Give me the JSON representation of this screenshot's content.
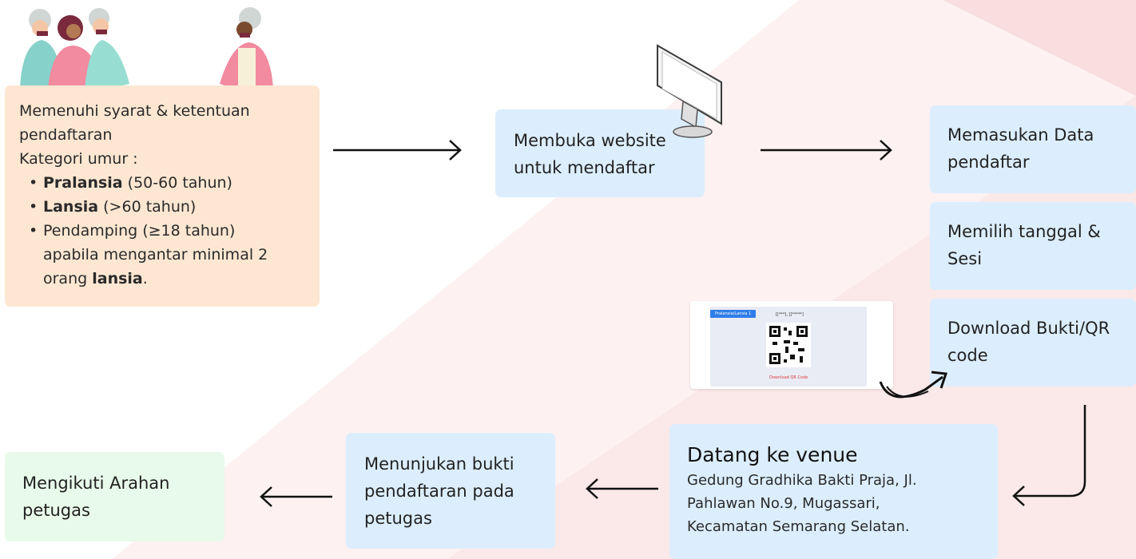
{
  "requirements": {
    "line1": "Memenuhi syarat & ketentuan",
    "line2": "pendaftaran",
    "line3": "Kategori umur :",
    "items": [
      {
        "bold": "Pralansia",
        "rest": " (50-60 tahun)"
      },
      {
        "bold": "Lansia",
        "rest": " (>60 tahun)"
      },
      {
        "text_a": "Pendamping (≥18 tahun)",
        "text_b": "apabila mengantar minimal 2",
        "text_c": "orang ",
        "bold": "lansia",
        "text_d": "."
      }
    ]
  },
  "steps": {
    "open_website": {
      "line1": "Membuka website",
      "line2": "untuk mendaftar"
    },
    "enter_data": {
      "line1": "Memasukan Data",
      "line2": "pendaftar"
    },
    "choose_date": {
      "line1": "Memilih tanggal &",
      "line2": "Sesi"
    },
    "download": {
      "line1": "Download Bukti/QR",
      "line2": "code"
    },
    "venue": {
      "title": "Datang ke venue",
      "addr1": "Gedung Gradhika Bakti Praja, Jl.",
      "addr2": "Pahlawan No.9, Mugassari,",
      "addr3": "Kecamatan Semarang Selatan."
    },
    "show_proof": {
      "line1": "Menunjukan bukti",
      "line2": "pendaftaran pada",
      "line3": "petugas"
    },
    "follow": {
      "line1": "Mengikuti Arahan",
      "line2": "petugas"
    }
  },
  "qr_preview": {
    "tag": "Pralansia/Lansia 1",
    "title": "[[***], [[*****]",
    "download_label": "Download QR Code"
  },
  "colors": {
    "step_box": "#dceefe",
    "requirements_box": "#fde7d2",
    "final_box": "#e8fae9",
    "accent_pink": "#f9e3e3"
  }
}
